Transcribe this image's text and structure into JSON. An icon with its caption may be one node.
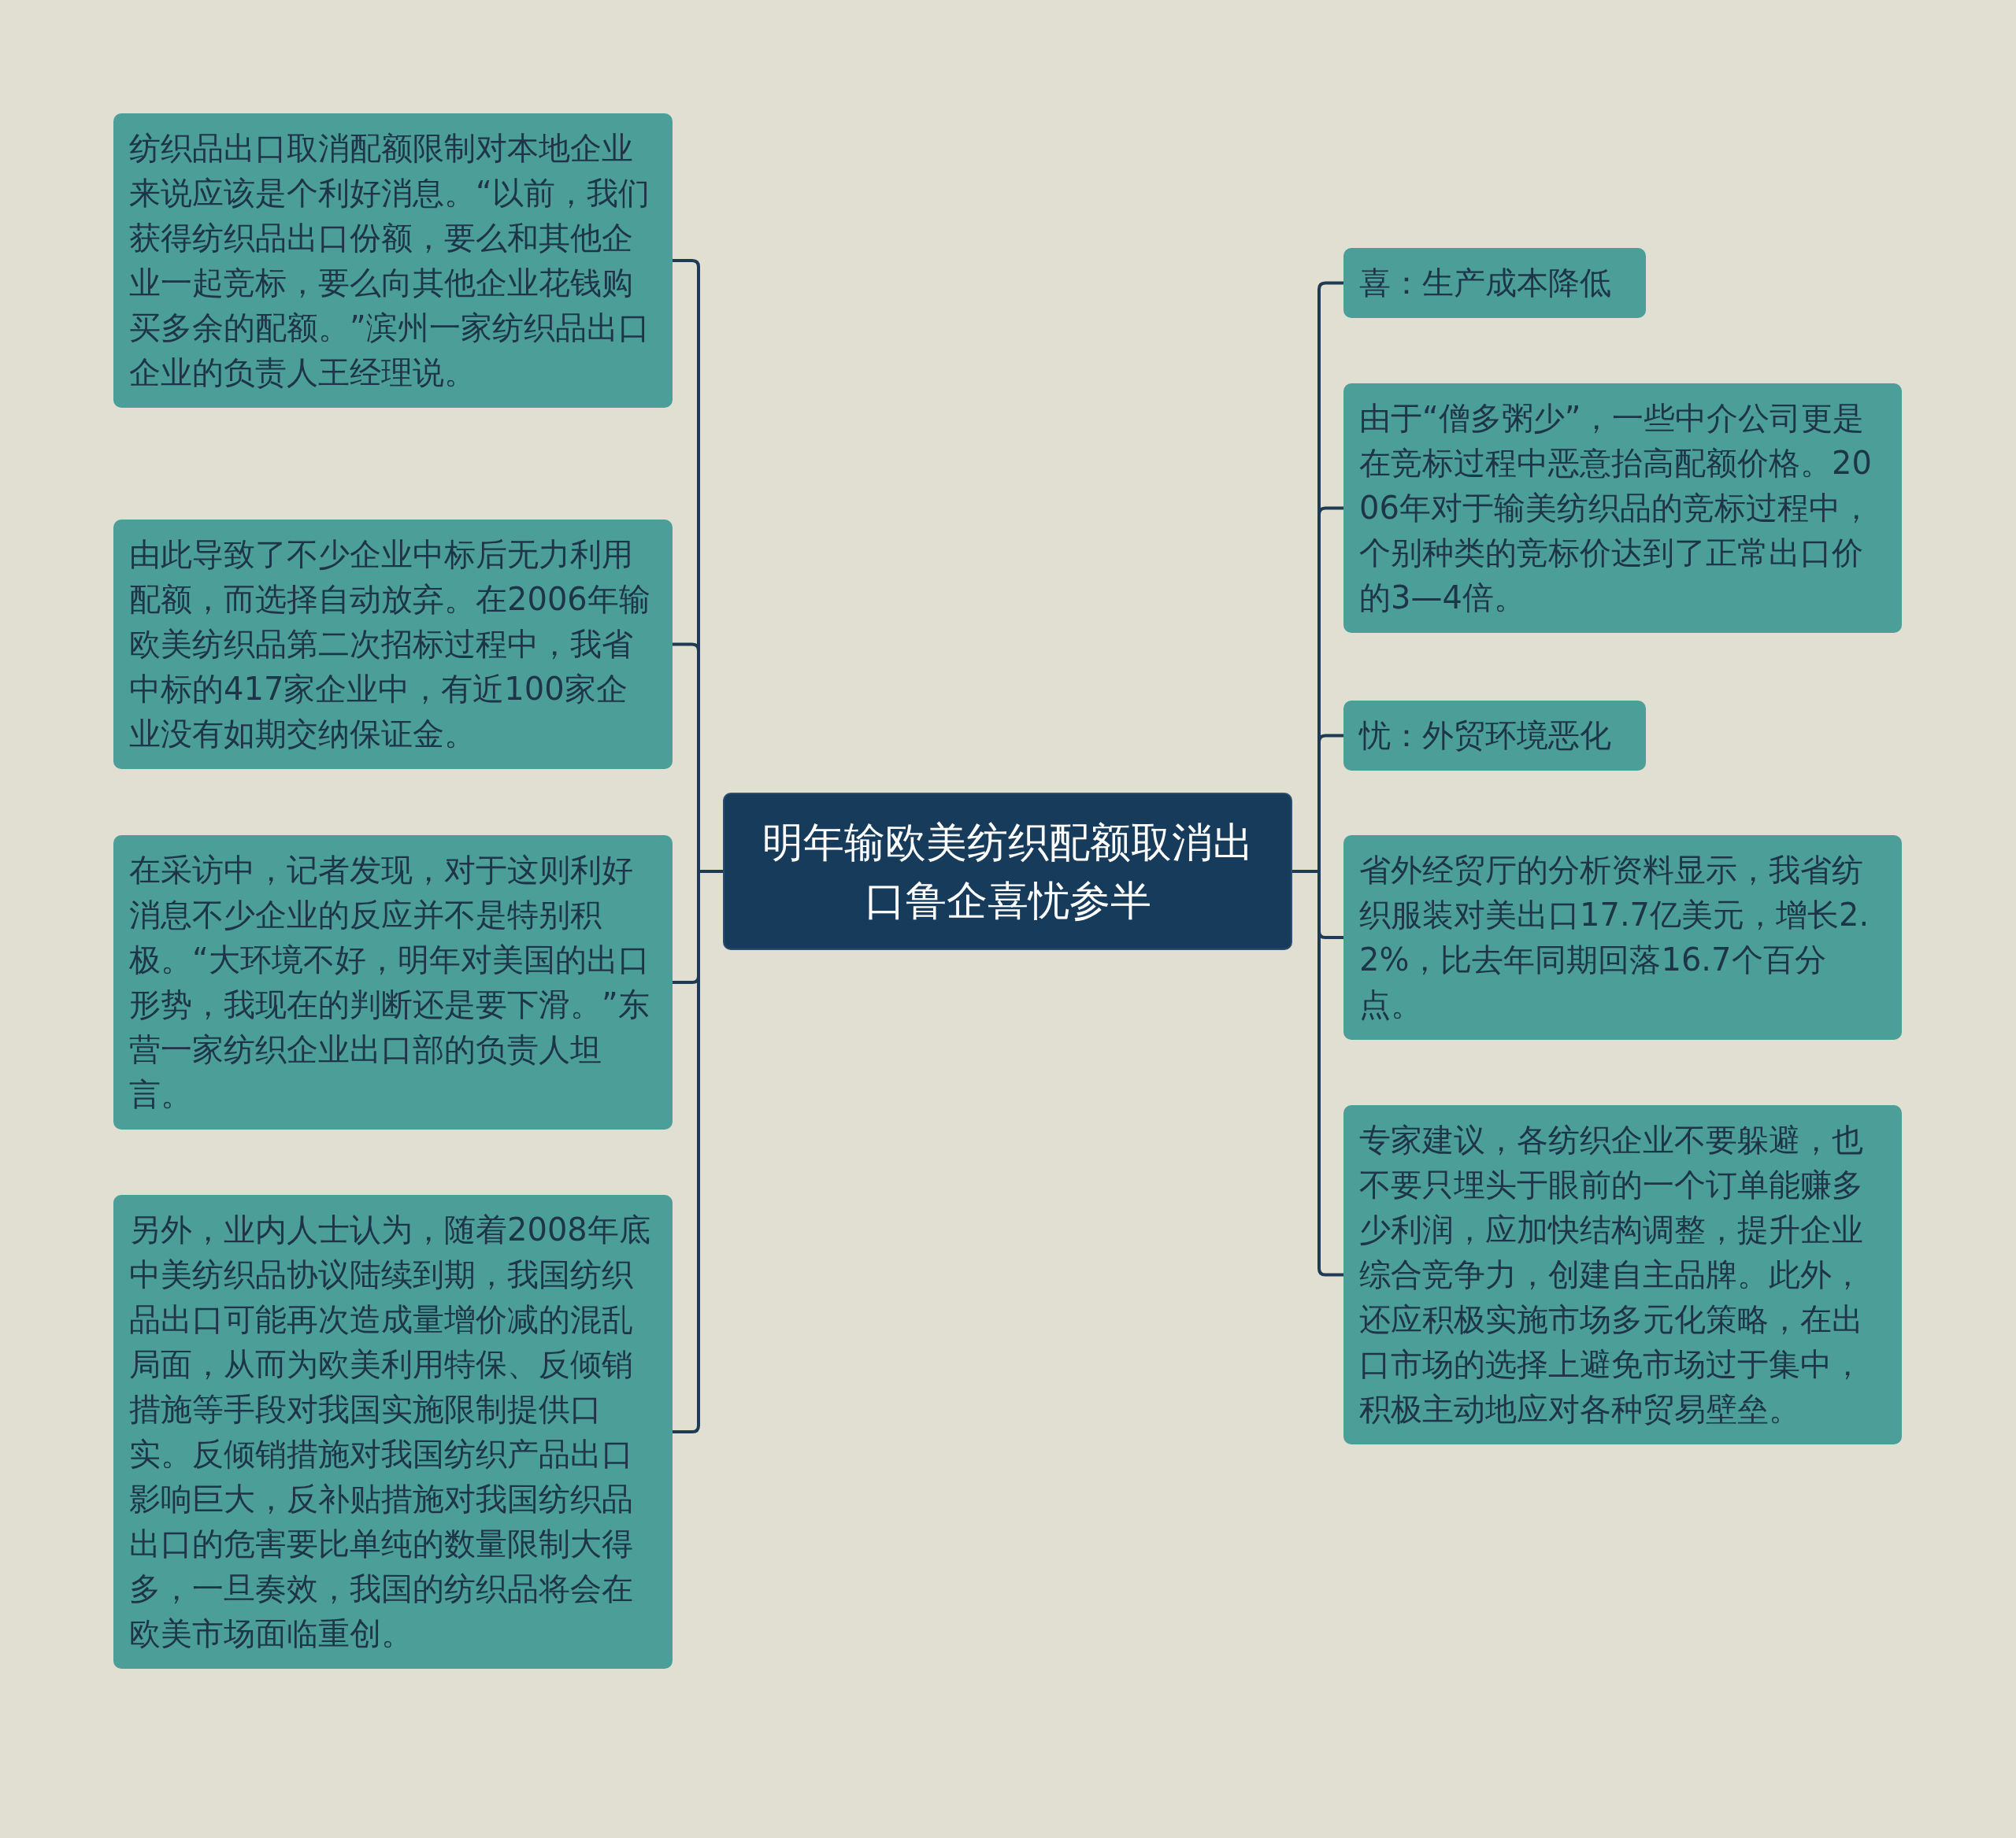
{
  "diagram": {
    "nodes": [
      {
        "text": [
          "明年输欧美纺织配额取消出口鲁企喜忧参半"
        ]
      },
      {
        "text": [
          "纺织品出口取消配额限制对本地企业来说应该是个利好消息。“以前，我们获得纺织品出口份额，要么和其他企业一起竞标，要么向其他企业花钱购买多余的配额。”滨州一家纺织品出口企业的负责人王经理说。"
        ]
      },
      {
        "text": [
          "由此导致了不少企业中标后无力利用配额，而选择自动放弃。在2006年输欧美纺织品第二次招标过程中，我省中标的417家企业中，有近100家企业没有如期交纳保证金。"
        ]
      },
      {
        "text": [
          "在采访中，记者发现，对于这则利好消息不少企业的反应并不是特别积极。“大环境不好，明年对美国的出口形势，我现在的判断还是要下滑。”东营一家纺织企业出口部的负责人坦言。"
        ]
      },
      {
        "text": [
          "另外，业内人士认为，随着2008年底中美纺织品协议陆续到期，我国纺织品出口可能再次造成量增价减的混乱局面，从而为欧美利用特保、反倾销措施等手段对我国实施限制提供口实。反倾销措施对我国纺织产品出口影响巨大，反补贴措施对我国纺织品出口的危害要比单纯的数量限制大得多，一旦奏效，我国的纺织品将会在欧美市场面临重创。"
        ]
      },
      {
        "text": [
          "喜：生产成本降低"
        ]
      },
      {
        "text": [
          "由于“僧多粥少”，一些中介公司更是在竞标过程中恶意抬高配额价格。2006年对于输美纺织品的竞标过程中，个别种类的竞标价达到了正常出口价的3—4倍。"
        ]
      },
      {
        "text": [
          "忧：外贸环境恶化"
        ]
      },
      {
        "text": [
          "省外经贸厅的分析资料显示，我省纺织服装对美出口17.7亿美元，增长2.2%，比去年同期回落16.7个百分点。"
        ]
      },
      {
        "text": [
          "专家建议，各纺织企业不要躲避，也不要只埋头于眼前的一个订单能赚多少利润，应加快结构调整，提升企业综合竞争力，创建自主品牌。此外，还应积极实施市场多元化策略，在出口市场的选择上避免市场过于集中，积极主动地应对各种贸易壁垒。"
        ]
      }
    ],
    "edges": [
      {
        "from": 0,
        "to": 1,
        "arrow": "none"
      },
      {
        "from": 0,
        "to": 2,
        "arrow": "none"
      },
      {
        "from": 0,
        "to": 3,
        "arrow": "none"
      },
      {
        "from": 0,
        "to": 4,
        "arrow": "none"
      },
      {
        "from": 0,
        "to": 5,
        "arrow": "none"
      },
      {
        "from": 0,
        "to": 6,
        "arrow": "none"
      },
      {
        "from": 0,
        "to": 7,
        "arrow": "none"
      },
      {
        "from": 0,
        "to": 8,
        "arrow": "none"
      },
      {
        "from": 0,
        "to": 9,
        "arrow": "none"
      }
    ]
  }
}
